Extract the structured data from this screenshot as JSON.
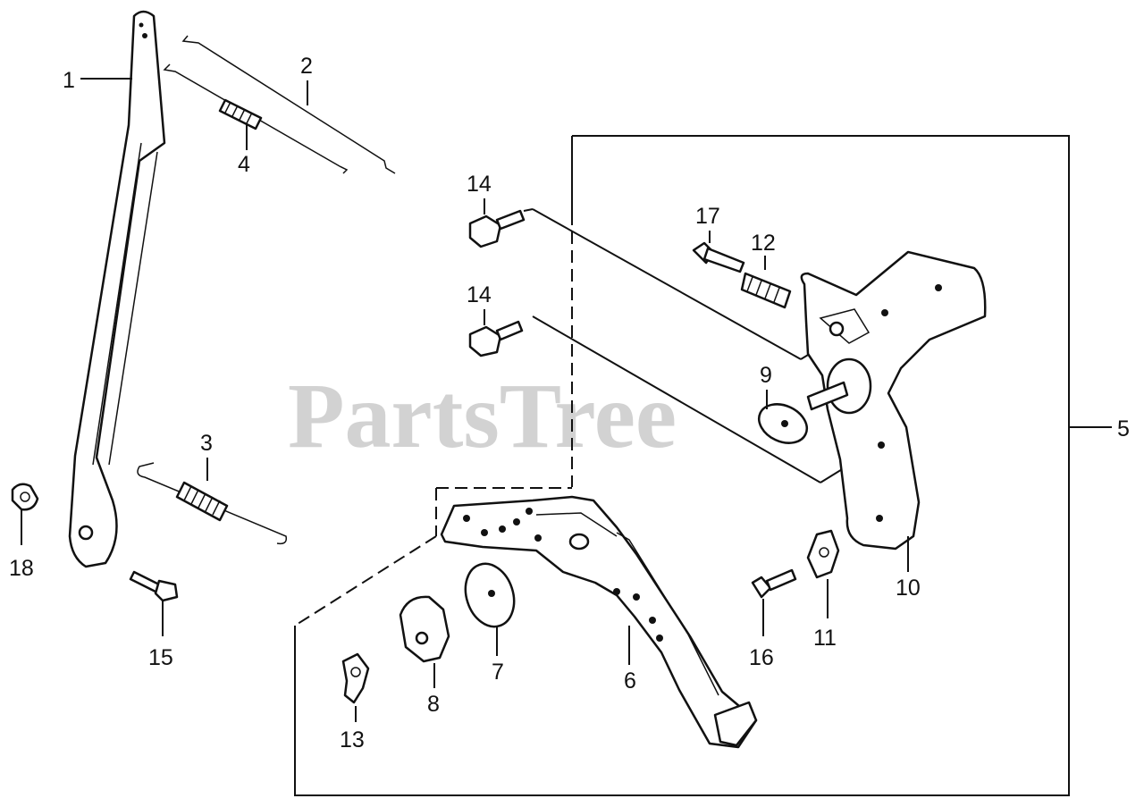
{
  "watermark": "PartsTree",
  "callouts": [
    "1",
    "2",
    "3",
    "4",
    "5",
    "6",
    "7",
    "8",
    "9",
    "10",
    "11",
    "12",
    "13",
    "14",
    "14",
    "15",
    "16",
    "17",
    "18"
  ]
}
